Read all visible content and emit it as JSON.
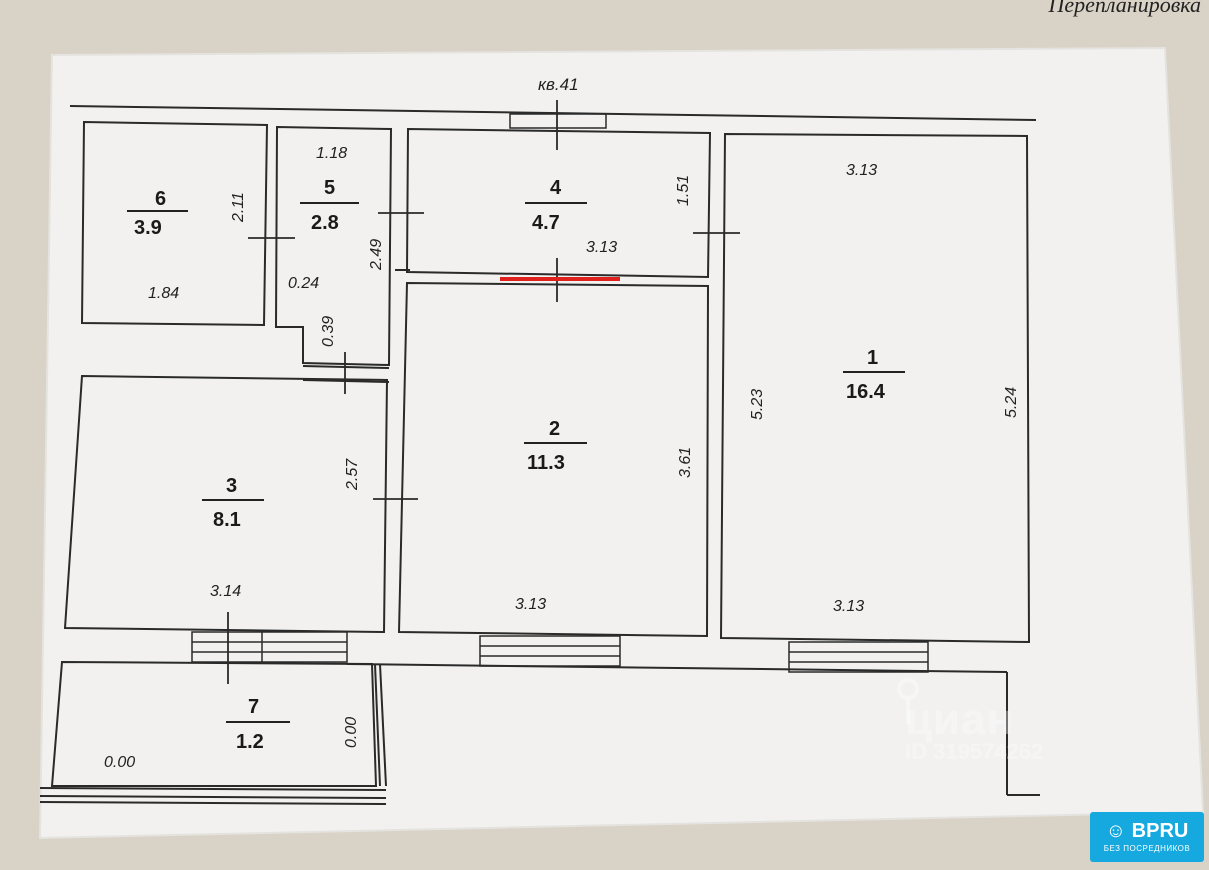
{
  "header": {
    "title": "Перепланировка"
  },
  "plan": {
    "apartment_label": "кв.41",
    "rooms": [
      {
        "number": "1",
        "area": "16.4",
        "dims": [
          "3.13",
          "5.23",
          "5.24",
          "3.13"
        ]
      },
      {
        "number": "2",
        "area": "11.3",
        "dims": [
          "3.61",
          "3.13"
        ]
      },
      {
        "number": "3",
        "area": "8.1",
        "dims": [
          "2.57",
          "3.14"
        ]
      },
      {
        "number": "4",
        "area": "4.7",
        "dims": [
          "1.51",
          "3.13"
        ]
      },
      {
        "number": "5",
        "area": "2.8",
        "dims": [
          "1.18",
          "2.49",
          "0.24",
          "0.39"
        ]
      },
      {
        "number": "6",
        "area": "3.9",
        "dims": [
          "2.11",
          "1.84"
        ]
      },
      {
        "number": "7",
        "area": "1.2",
        "dims": [
          "0.00",
          "0.00"
        ]
      }
    ],
    "highlight_color": "#e0201c"
  },
  "watermark": {
    "brand": "циан",
    "id": "ID 319574262"
  },
  "badge": {
    "title": "BPRU",
    "subtitle": "БЕЗ ПОСРЕДНИКОВ",
    "color": "#15a9df"
  }
}
